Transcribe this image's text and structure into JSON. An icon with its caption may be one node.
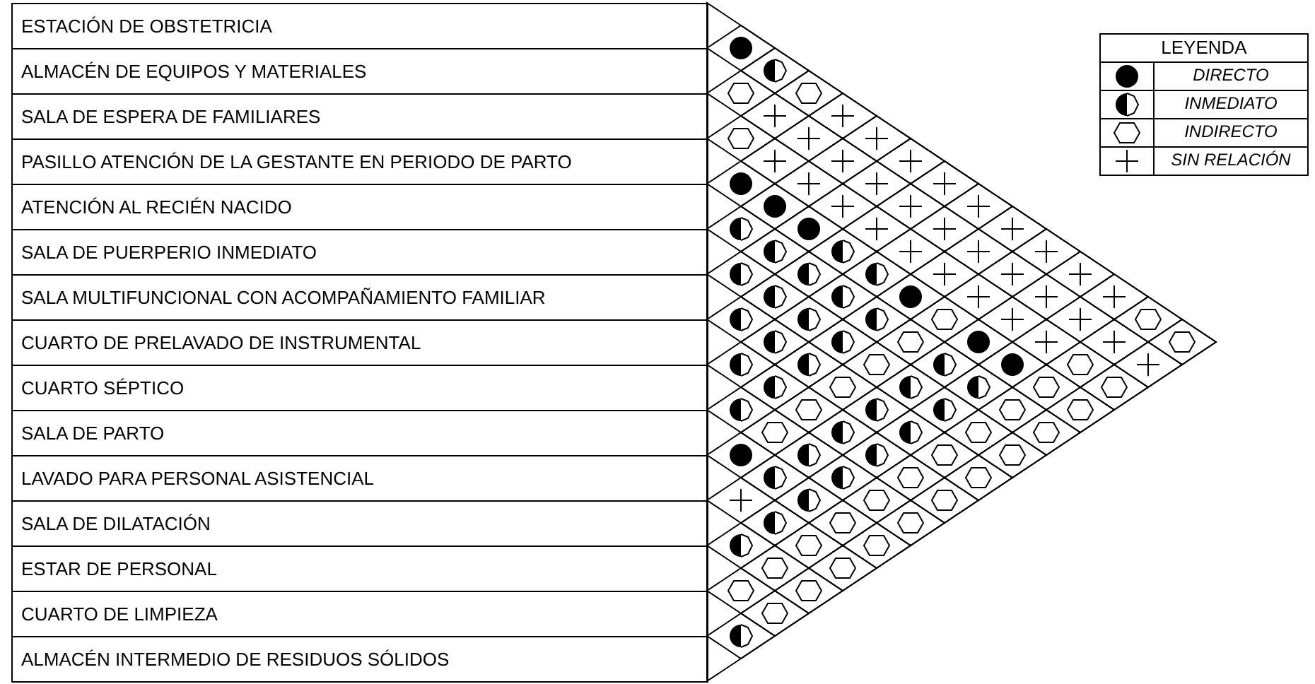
{
  "diagram": {
    "nodes": [
      {
        "text": [
          "ESTACIÓN DE OBSTETRICIA"
        ]
      },
      {
        "text": [
          "ALMACÉN DE EQUIPOS Y MATERIALES"
        ]
      },
      {
        "text": [
          "SALA DE ESPERA DE FAMILIARES"
        ]
      },
      {
        "text": [
          "PASILLO ATENCIÓN DE LA GESTANTE EN PERIODO DE PARTO"
        ]
      },
      {
        "text": [
          "ATENCIÓN AL RECIÉN NACIDO"
        ]
      },
      {
        "text": [
          "SALA DE PUERPERIO INMEDIATO"
        ]
      },
      {
        "text": [
          "SALA MULTIFUNCIONAL CON ACOMPAÑAMIENTO FAMILIAR"
        ]
      },
      {
        "text": [
          "CUARTO DE PRELAVADO DE INSTRUMENTAL"
        ]
      },
      {
        "text": [
          "CUARTO SÉPTICO"
        ]
      },
      {
        "text": [
          "SALA DE PARTO"
        ]
      },
      {
        "text": [
          "LAVADO PARA PERSONAL ASISTENCIAL"
        ]
      },
      {
        "text": [
          "SALA DE DILATACIÓN"
        ]
      },
      {
        "text": [
          "ESTAR DE PERSONAL"
        ]
      },
      {
        "text": [
          "CUARTO DE LIMPIEZA"
        ]
      },
      {
        "text": [
          "ALMACÉN INTERMEDIO DE RESIDUOS SÓLIDOS"
        ]
      }
    ],
    "labels": [
      "LEYENDA"
    ],
    "legend": [
      {
        "text": "DIRECTO"
      },
      {
        "text": "INMEDIATO"
      },
      {
        "text": "INDIRECTO"
      },
      {
        "text": "SIN RELACIÓN"
      }
    ]
  }
}
